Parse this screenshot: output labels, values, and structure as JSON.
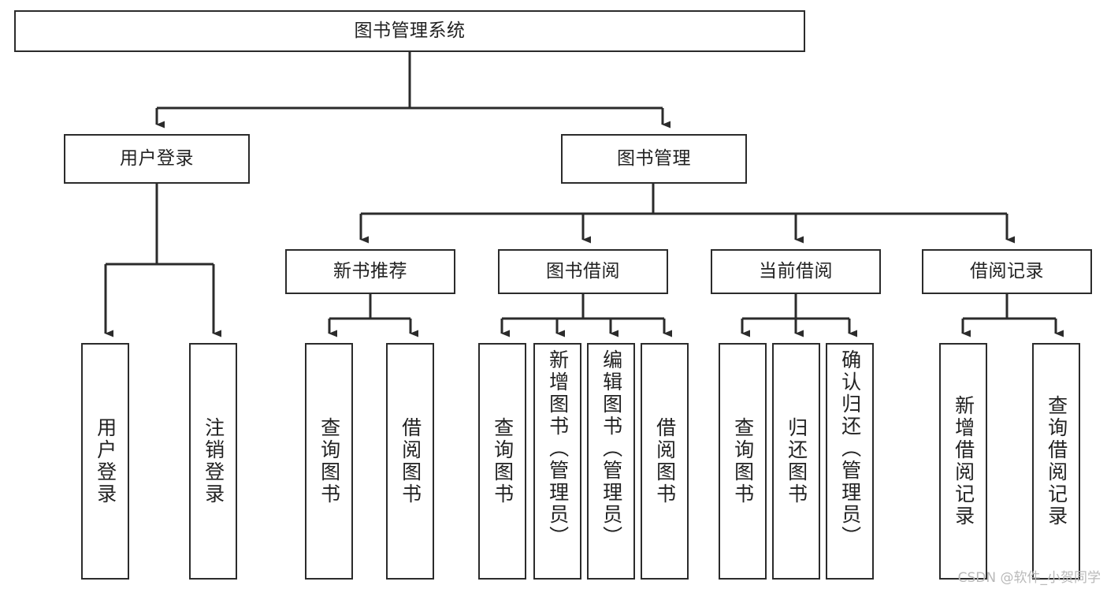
{
  "diagram": {
    "type": "tree",
    "title": "图书管理系统",
    "nodes": {
      "root": {
        "label": "图书管理系统"
      },
      "level2": [
        {
          "id": "user-login",
          "label": "用户登录"
        },
        {
          "id": "book-manage",
          "label": "图书管理"
        }
      ],
      "level3": [
        {
          "id": "new-book-recommend",
          "label": "新书推荐"
        },
        {
          "id": "book-borrow",
          "label": "图书借阅"
        },
        {
          "id": "current-borrow",
          "label": "当前借阅"
        },
        {
          "id": "borrow-record",
          "label": "借阅记录"
        }
      ],
      "leaves": [
        {
          "id": "leaf-user-login",
          "label": "用户登录"
        },
        {
          "id": "leaf-logout-login",
          "label": "注销登录"
        },
        {
          "id": "leaf-query-book-1",
          "label": "查询图书"
        },
        {
          "id": "leaf-borrow-book-1",
          "label": "借阅图书"
        },
        {
          "id": "leaf-query-book-2",
          "label": "查询图书"
        },
        {
          "id": "leaf-add-book-admin",
          "label": "新增图书（管理员）"
        },
        {
          "id": "leaf-edit-book-admin",
          "label": "编辑图书（管理员）"
        },
        {
          "id": "leaf-borrow-book-2",
          "label": "借阅图书"
        },
        {
          "id": "leaf-query-book-3",
          "label": "查询图书"
        },
        {
          "id": "leaf-return-book",
          "label": "归还图书"
        },
        {
          "id": "leaf-confirm-return-admin",
          "label": "确认归还（管理员）"
        },
        {
          "id": "leaf-add-borrow-record",
          "label": "新增借阅记录"
        },
        {
          "id": "leaf-query-borrow-record",
          "label": "查询借阅记录"
        }
      ]
    },
    "colors": {
      "stroke": "#2b2b2b",
      "fill": "#ffffff",
      "text": "#222222",
      "watermark": "#b9b9b9"
    }
  },
  "watermark": {
    "text": "CSDN @软件_小贺同学"
  }
}
